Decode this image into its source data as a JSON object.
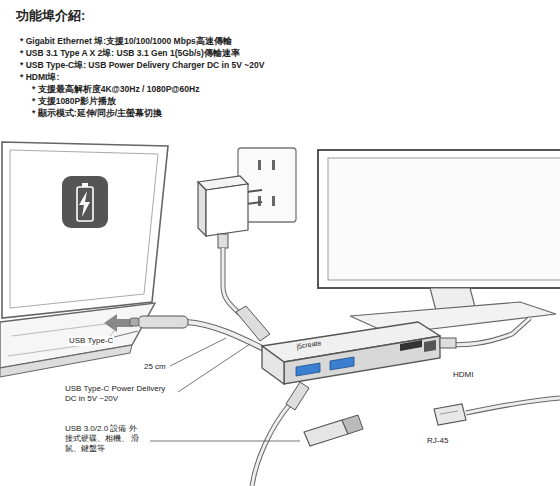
{
  "diagram": {
    "title": "功能埠介紹:",
    "labels": [
      "* Gigabit Ethernet 埠:支援10/100/1000 Mbps高速傳輸",
      "* USB 3.1 Type A X 2埠: USB 3.1 Gen 1(5Gb/s)傳輸速率",
      "* USB Type-C埠: USB Power Delivery Charger DC in 5V ~20V",
      "* HDMI埠:",
      "* 支援最高解析度4K@30Hz / 1080P@60Hz",
      "* 支援1080P影片播放",
      "* 顯示模式:延伸/同步/主螢幕切換",
      "USB Type-C",
      "25 cm",
      "USB Type-C Power Delivery DC in 5V ~20V",
      "USB 3.0/2.0 設備 外接式硬碟、相機、 滑鼠、鍵盤等",
      "j5create",
      "HDMI",
      "RJ-45"
    ]
  }
}
